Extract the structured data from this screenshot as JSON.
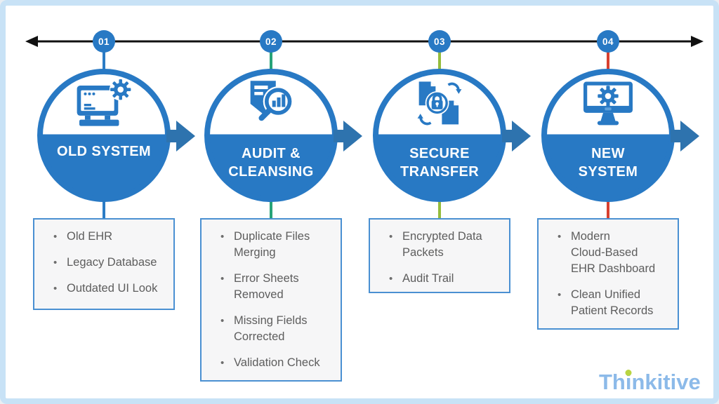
{
  "colors": {
    "accent_blue": "#2879c4",
    "arrow_blue": "#2e73ae",
    "frame_blue": "#c8e2f6",
    "box_bg": "#f6f6f7",
    "box_border": "#4a90d2",
    "text_gray": "#5d5d5d",
    "timeline_black": "#111111",
    "logo_blue": "#8cbae9",
    "logo_green": "#b9d542"
  },
  "timeline": {
    "numbers": [
      "01",
      "02",
      "03",
      "04"
    ]
  },
  "steps": [
    {
      "number": "01",
      "title_lines": [
        "OLD SYSTEM"
      ],
      "icon": "legacy-computer-icon",
      "connector_color": "#2b7cc5",
      "items": [
        {
          "lines": [
            "Old EHR"
          ]
        },
        {
          "lines": [
            "Legacy Database"
          ]
        },
        {
          "lines": [
            "Outdated UI Look"
          ]
        }
      ]
    },
    {
      "number": "02",
      "title_lines": [
        "AUDIT &",
        "CLEANSING"
      ],
      "icon": "audit-magnifier-icon",
      "connector_color": "#27a378",
      "items": [
        {
          "lines": [
            "Duplicate Files",
            "Merging"
          ]
        },
        {
          "lines": [
            "Error Sheets",
            "Removed"
          ]
        },
        {
          "lines": [
            "Missing Fields",
            "Corrected"
          ]
        },
        {
          "lines": [
            "Validation Check"
          ]
        }
      ]
    },
    {
      "number": "03",
      "title_lines": [
        "SECURE",
        "TRANSFER"
      ],
      "icon": "secure-transfer-icon",
      "connector_color": "#94bc3c",
      "items": [
        {
          "lines": [
            "Encrypted Data",
            "Packets"
          ]
        },
        {
          "lines": [
            "Audit Trail"
          ]
        }
      ]
    },
    {
      "number": "04",
      "title_lines": [
        "NEW",
        "SYSTEM"
      ],
      "icon": "modern-monitor-icon",
      "connector_color": "#d8402f",
      "items": [
        {
          "lines": [
            "Modern",
            "Cloud-Based",
            "EHR Dashboard"
          ]
        },
        {
          "lines": [
            "Clean Unified",
            "Patient Records"
          ]
        }
      ]
    }
  ],
  "logo": {
    "text": "Thinkitive",
    "prefix": "Th",
    "accent_letter": "i",
    "suffix": "nkitive"
  }
}
